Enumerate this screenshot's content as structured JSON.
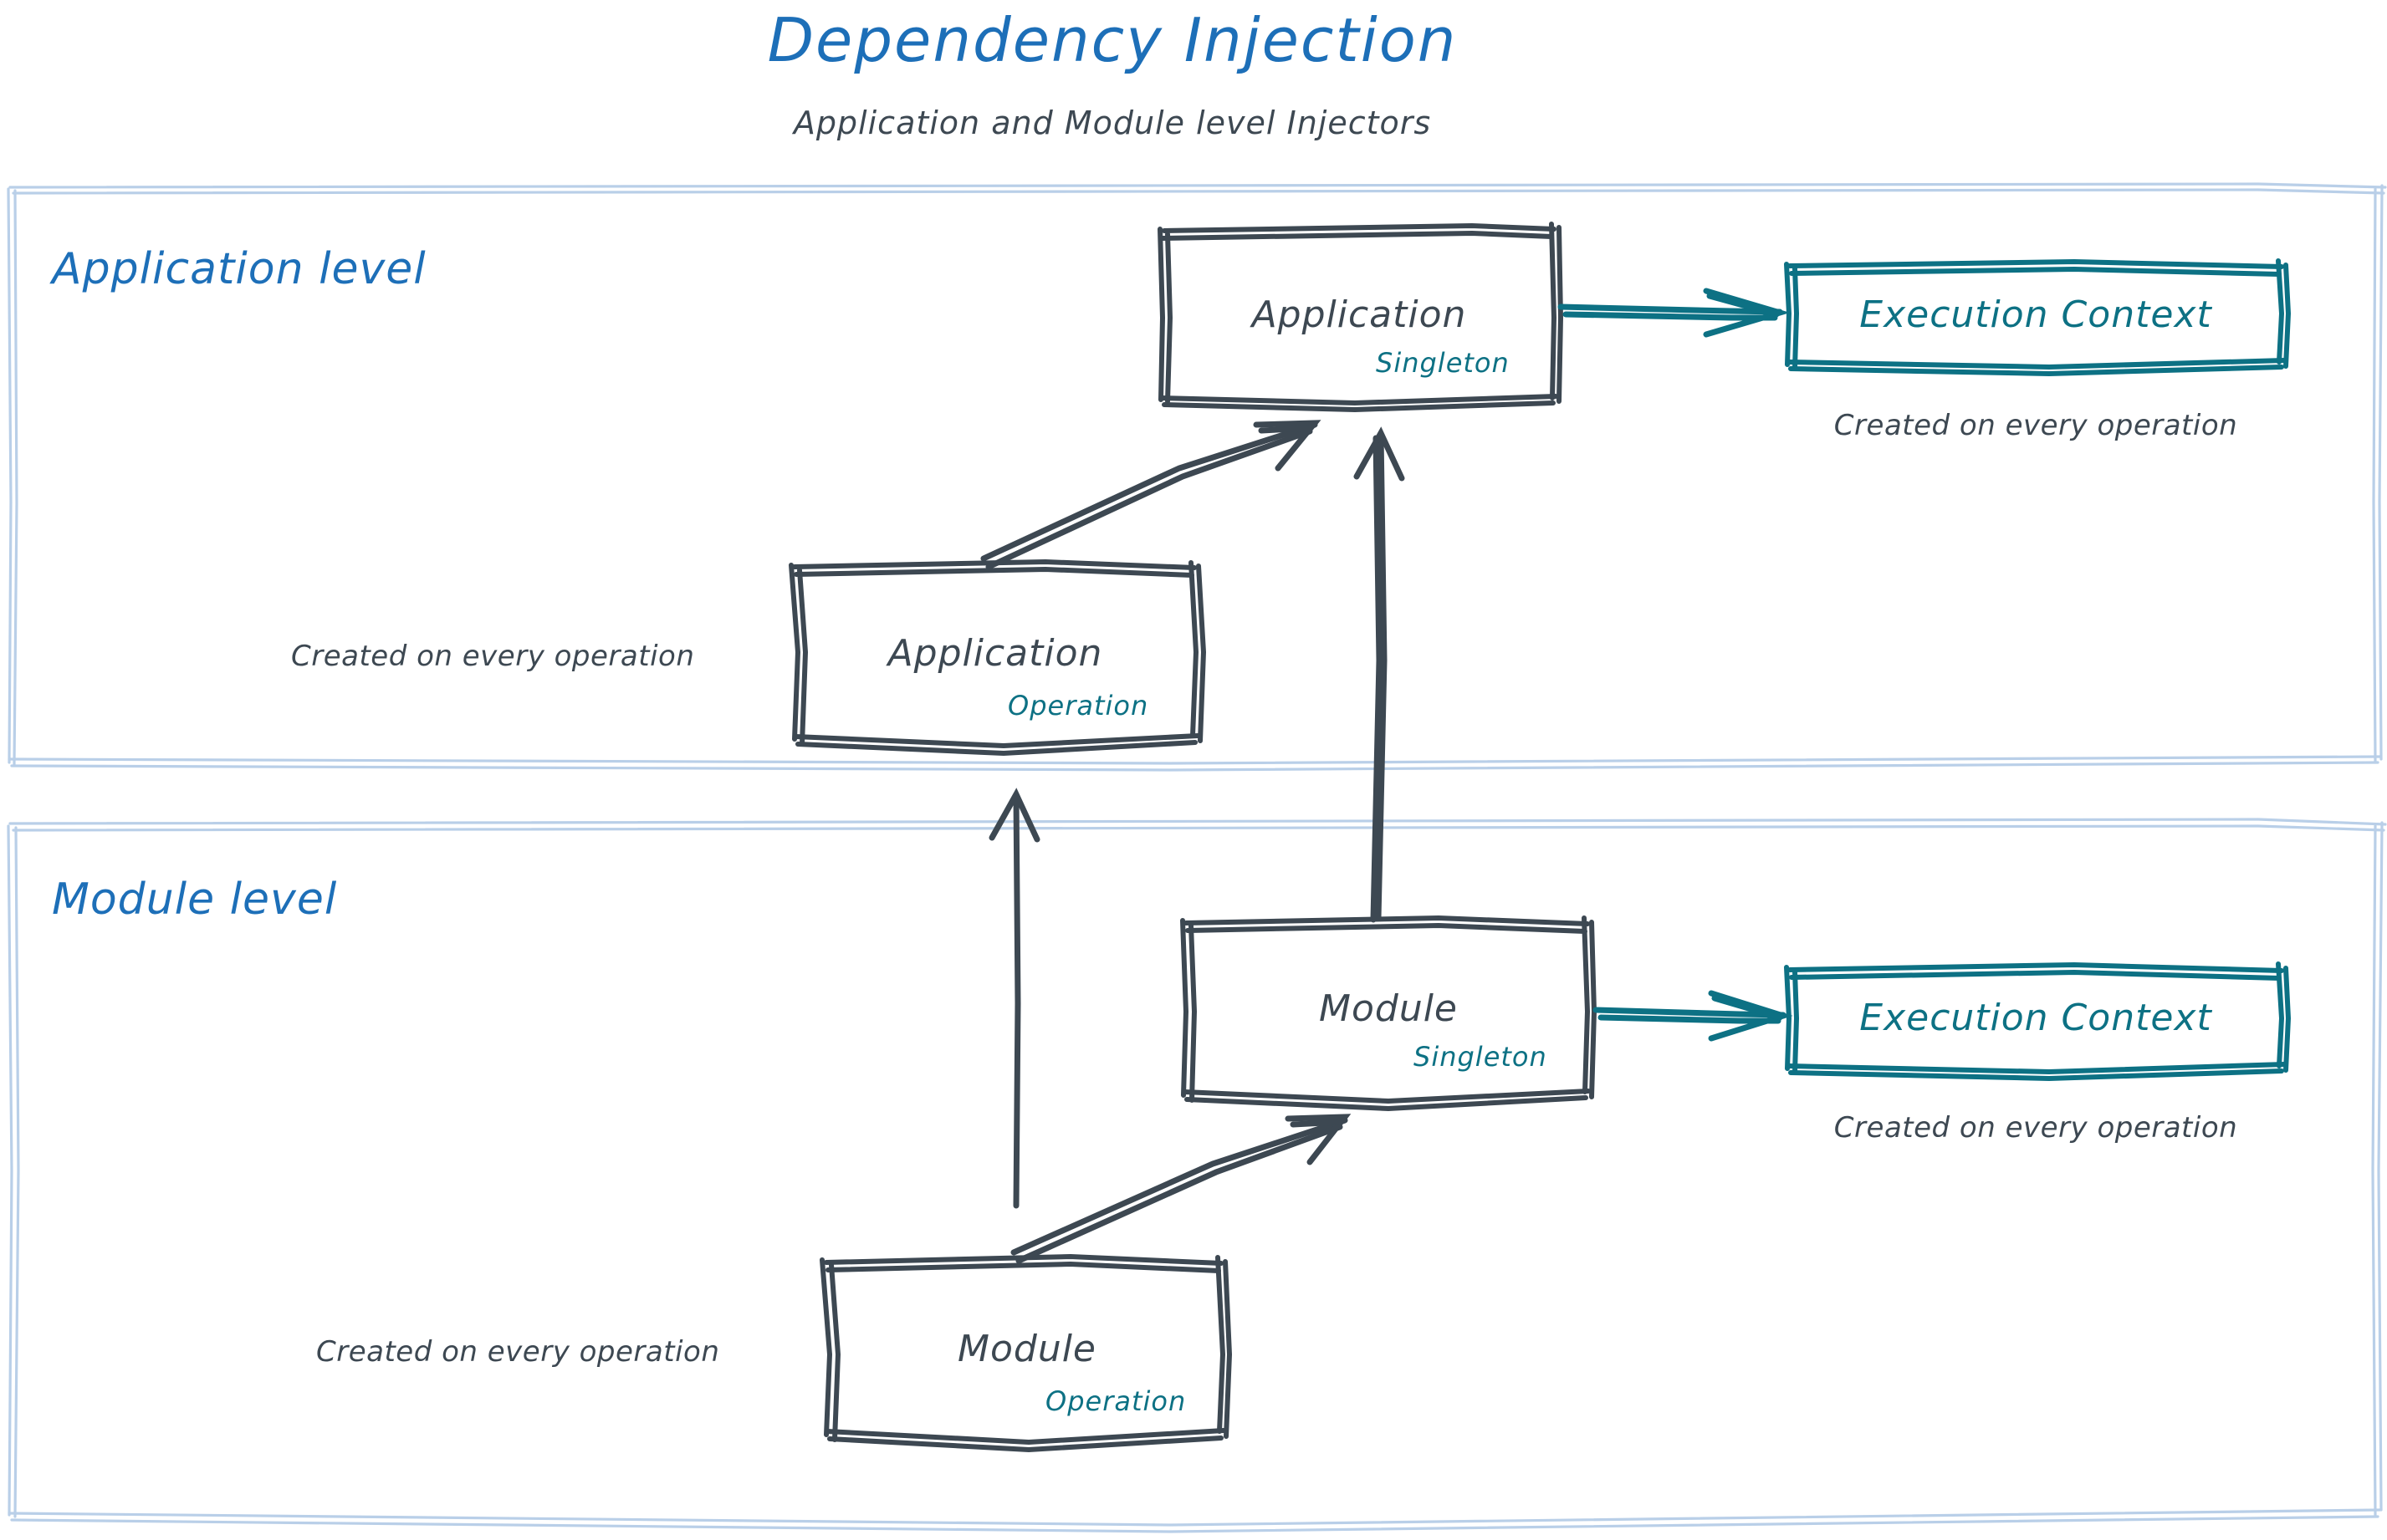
{
  "header": {
    "title": "Dependency Injection",
    "subtitle": "Application and Module level Injectors",
    "title_color": "#1d6fb8",
    "subtitle_color": "#3d4852"
  },
  "colors": {
    "zone_frame": "#b9cfe8",
    "zone_label": "#1d6fb8",
    "box_stroke": "#3d4852",
    "box_text": "#3d4852",
    "scope_text": "#0d7184",
    "context_stroke": "#0d7184",
    "context_text": "#0d7184",
    "arrow_dark": "#3d4852",
    "arrow_teal": "#0d7184",
    "background": "#ffffff"
  },
  "zones": [
    {
      "id": "application-level",
      "label": "Application level",
      "nodes": [
        {
          "id": "application-singleton",
          "title": "Application",
          "scope": "Singleton"
        },
        {
          "id": "application-operation",
          "title": "Application",
          "scope": "Operation",
          "note": "Created on every operation"
        },
        {
          "id": "application-execution-context",
          "title": "Execution Context",
          "note": "Created on every operation"
        }
      ]
    },
    {
      "id": "module-level",
      "label": "Module level",
      "nodes": [
        {
          "id": "module-singleton",
          "title": "Module",
          "scope": "Singleton"
        },
        {
          "id": "module-operation",
          "title": "Module",
          "scope": "Operation",
          "note": "Created on every operation"
        },
        {
          "id": "module-execution-context",
          "title": "Execution Context",
          "note": "Created on every operation"
        }
      ]
    }
  ],
  "edges": [
    {
      "id": "edge-app-singleton-to-exec-context",
      "from": "application-singleton",
      "to": "application-execution-context",
      "style": "teal"
    },
    {
      "id": "edge-app-operation-to-app-singleton",
      "from": "application-operation",
      "to": "application-singleton",
      "style": "dark"
    },
    {
      "id": "edge-module-singleton-to-app-singleton",
      "from": "module-singleton",
      "to": "application-singleton",
      "style": "dark"
    },
    {
      "id": "edge-module-singleton-to-exec-context",
      "from": "module-singleton",
      "to": "module-execution-context",
      "style": "teal"
    },
    {
      "id": "edge-module-operation-to-module-singleton",
      "from": "module-operation",
      "to": "module-singleton",
      "style": "dark"
    },
    {
      "id": "edge-module-operation-to-app-operation",
      "from": "module-operation",
      "to": "application-operation",
      "style": "dark"
    }
  ],
  "labels": {
    "app_singleton_title": "Application",
    "app_singleton_scope": "Singleton",
    "app_operation_title": "Application",
    "app_operation_scope": "Operation",
    "app_operation_note": "Created on every operation",
    "app_context_title": "Execution Context",
    "app_context_note": "Created on every operation",
    "mod_singleton_title": "Module",
    "mod_singleton_scope": "Singleton",
    "mod_operation_title": "Module",
    "mod_operation_scope": "Operation",
    "mod_operation_note": "Created on every operation",
    "mod_context_title": "Execution Context",
    "mod_context_note": "Created on every operation",
    "zone_application": "Application level",
    "zone_module": "Module level"
  }
}
